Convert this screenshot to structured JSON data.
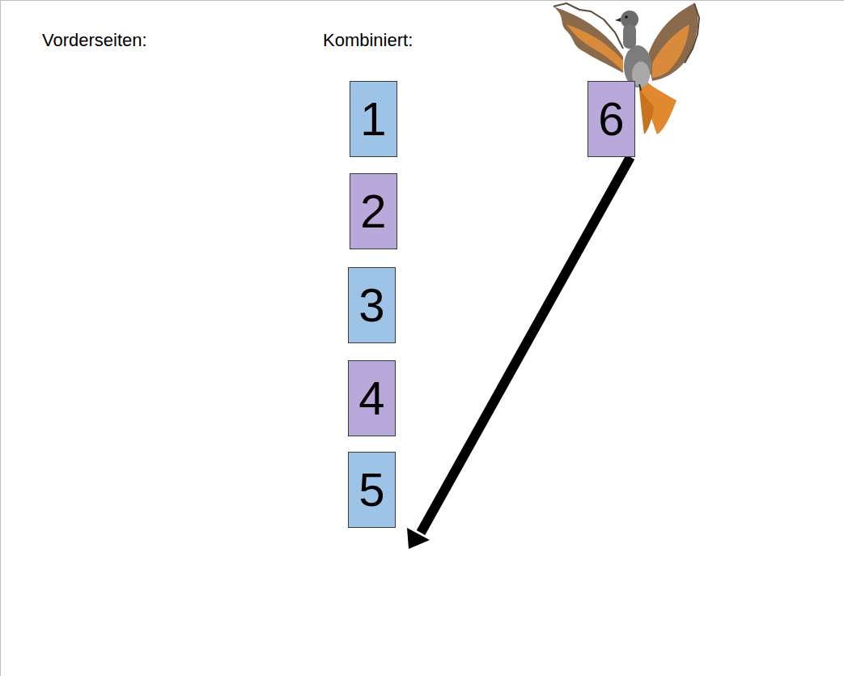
{
  "diagram": {
    "nodes": [
      {
        "text": [
          "1"
        ]
      },
      {
        "text": [
          "2"
        ]
      },
      {
        "text": [
          "3"
        ]
      },
      {
        "text": [
          "4"
        ]
      },
      {
        "text": [
          "5"
        ]
      },
      {
        "text": [
          "6"
        ]
      }
    ],
    "labels": [
      "Vorderseiten:",
      "Kombiniert:"
    ]
  }
}
